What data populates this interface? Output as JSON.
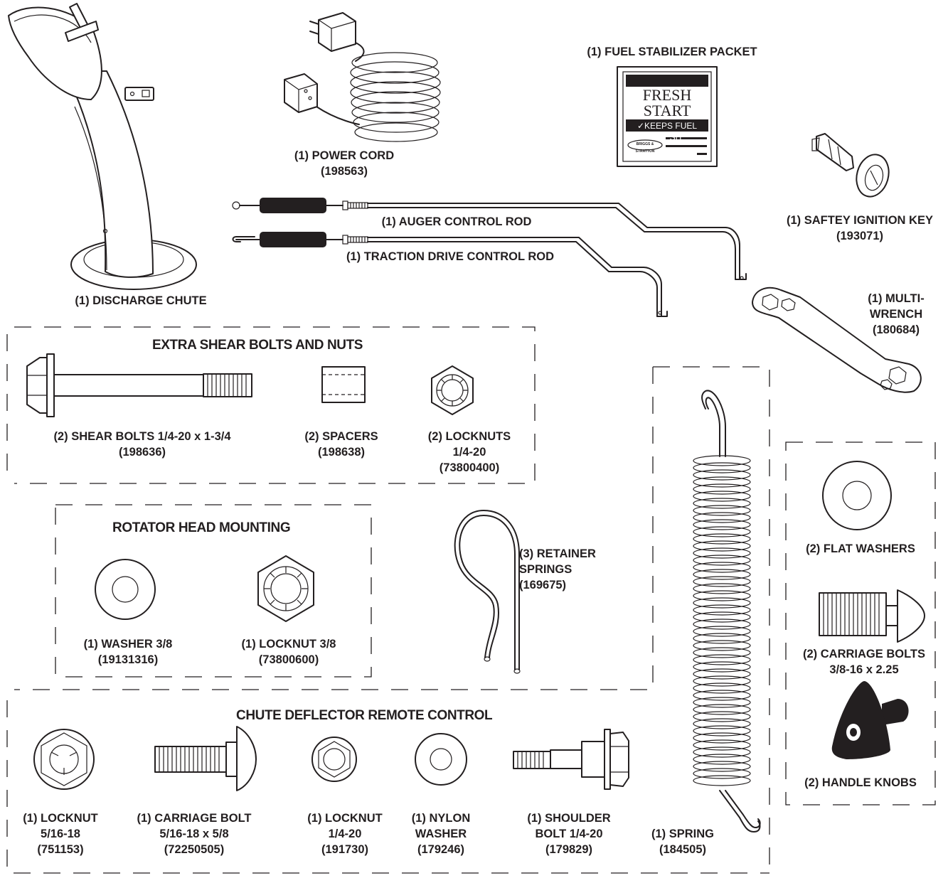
{
  "parts": {
    "discharge_chute": [
      "(1) DISCHARGE CHUTE"
    ],
    "power_cord": [
      "(1) POWER CORD",
      "(198563)"
    ],
    "fuel_packet": [
      "(1) FUEL STABILIZER PACKET"
    ],
    "ignition_key": [
      "(1) SAFTEY IGNITION KEY",
      "(193071)"
    ],
    "auger_rod": [
      "(1) AUGER CONTROL ROD"
    ],
    "traction_rod": [
      "(1) TRACTION DRIVE CONTROL ROD"
    ],
    "multi_wrench": [
      "(1) MULTI-",
      "WRENCH",
      "(180684)"
    ],
    "shear_bolts": [
      "(2) SHEAR BOLTS 1/4-20 x 1-3/4",
      "(198636)"
    ],
    "spacers": [
      "(2) SPACERS",
      "(198638)"
    ],
    "locknuts_shear": [
      "(2) LOCKNUTS",
      "1/4-20",
      "(73800400)"
    ],
    "washer_38": [
      "(1) WASHER 3/8",
      "(19131316)"
    ],
    "locknut_38": [
      "(1) LOCKNUT 3/8",
      "(73800600)"
    ],
    "retainer_springs": [
      "(3) RETAINER",
      "SPRINGS",
      "(169675)"
    ],
    "flat_washers": [
      "(2) FLAT WASHERS"
    ],
    "carriage_bolts_38": [
      "(2) CARRIAGE BOLTS",
      "3/8-16 x 2.25"
    ],
    "handle_knobs": [
      "(2) HANDLE KNOBS"
    ],
    "locknut_516": [
      "(1) LOCKNUT",
      "5/16-18",
      "(751153)"
    ],
    "carriage_bolt_516": [
      "(1) CARRIAGE BOLT",
      "5/16-18 x 5/8",
      "(72250505)"
    ],
    "locknut_14": [
      "(1) LOCKNUT",
      "1/4-20",
      "(191730)"
    ],
    "nylon_washer": [
      "(1) NYLON",
      "WASHER",
      "(179246)"
    ],
    "shoulder_bolt": [
      "(1) SHOULDER",
      "BOLT 1/4-20",
      "(179829)"
    ],
    "spring": [
      "(1) SPRING",
      "(184505)"
    ]
  },
  "sections": {
    "shear": "EXTRA SHEAR BOLTS AND NUTS",
    "rotator": "ROTATOR HEAD MOUNTING",
    "chute_remote": "CHUTE DEFLECTOR REMOTE CONTROL"
  },
  "packet": {
    "line1": "FRESH",
    "line2": "START",
    "banner": "✓KEEPS FUEL FRESH",
    "brand": "BRIGGS & STRATTON"
  },
  "colors": {
    "ink": "#231f20",
    "paper": "#ffffff"
  }
}
